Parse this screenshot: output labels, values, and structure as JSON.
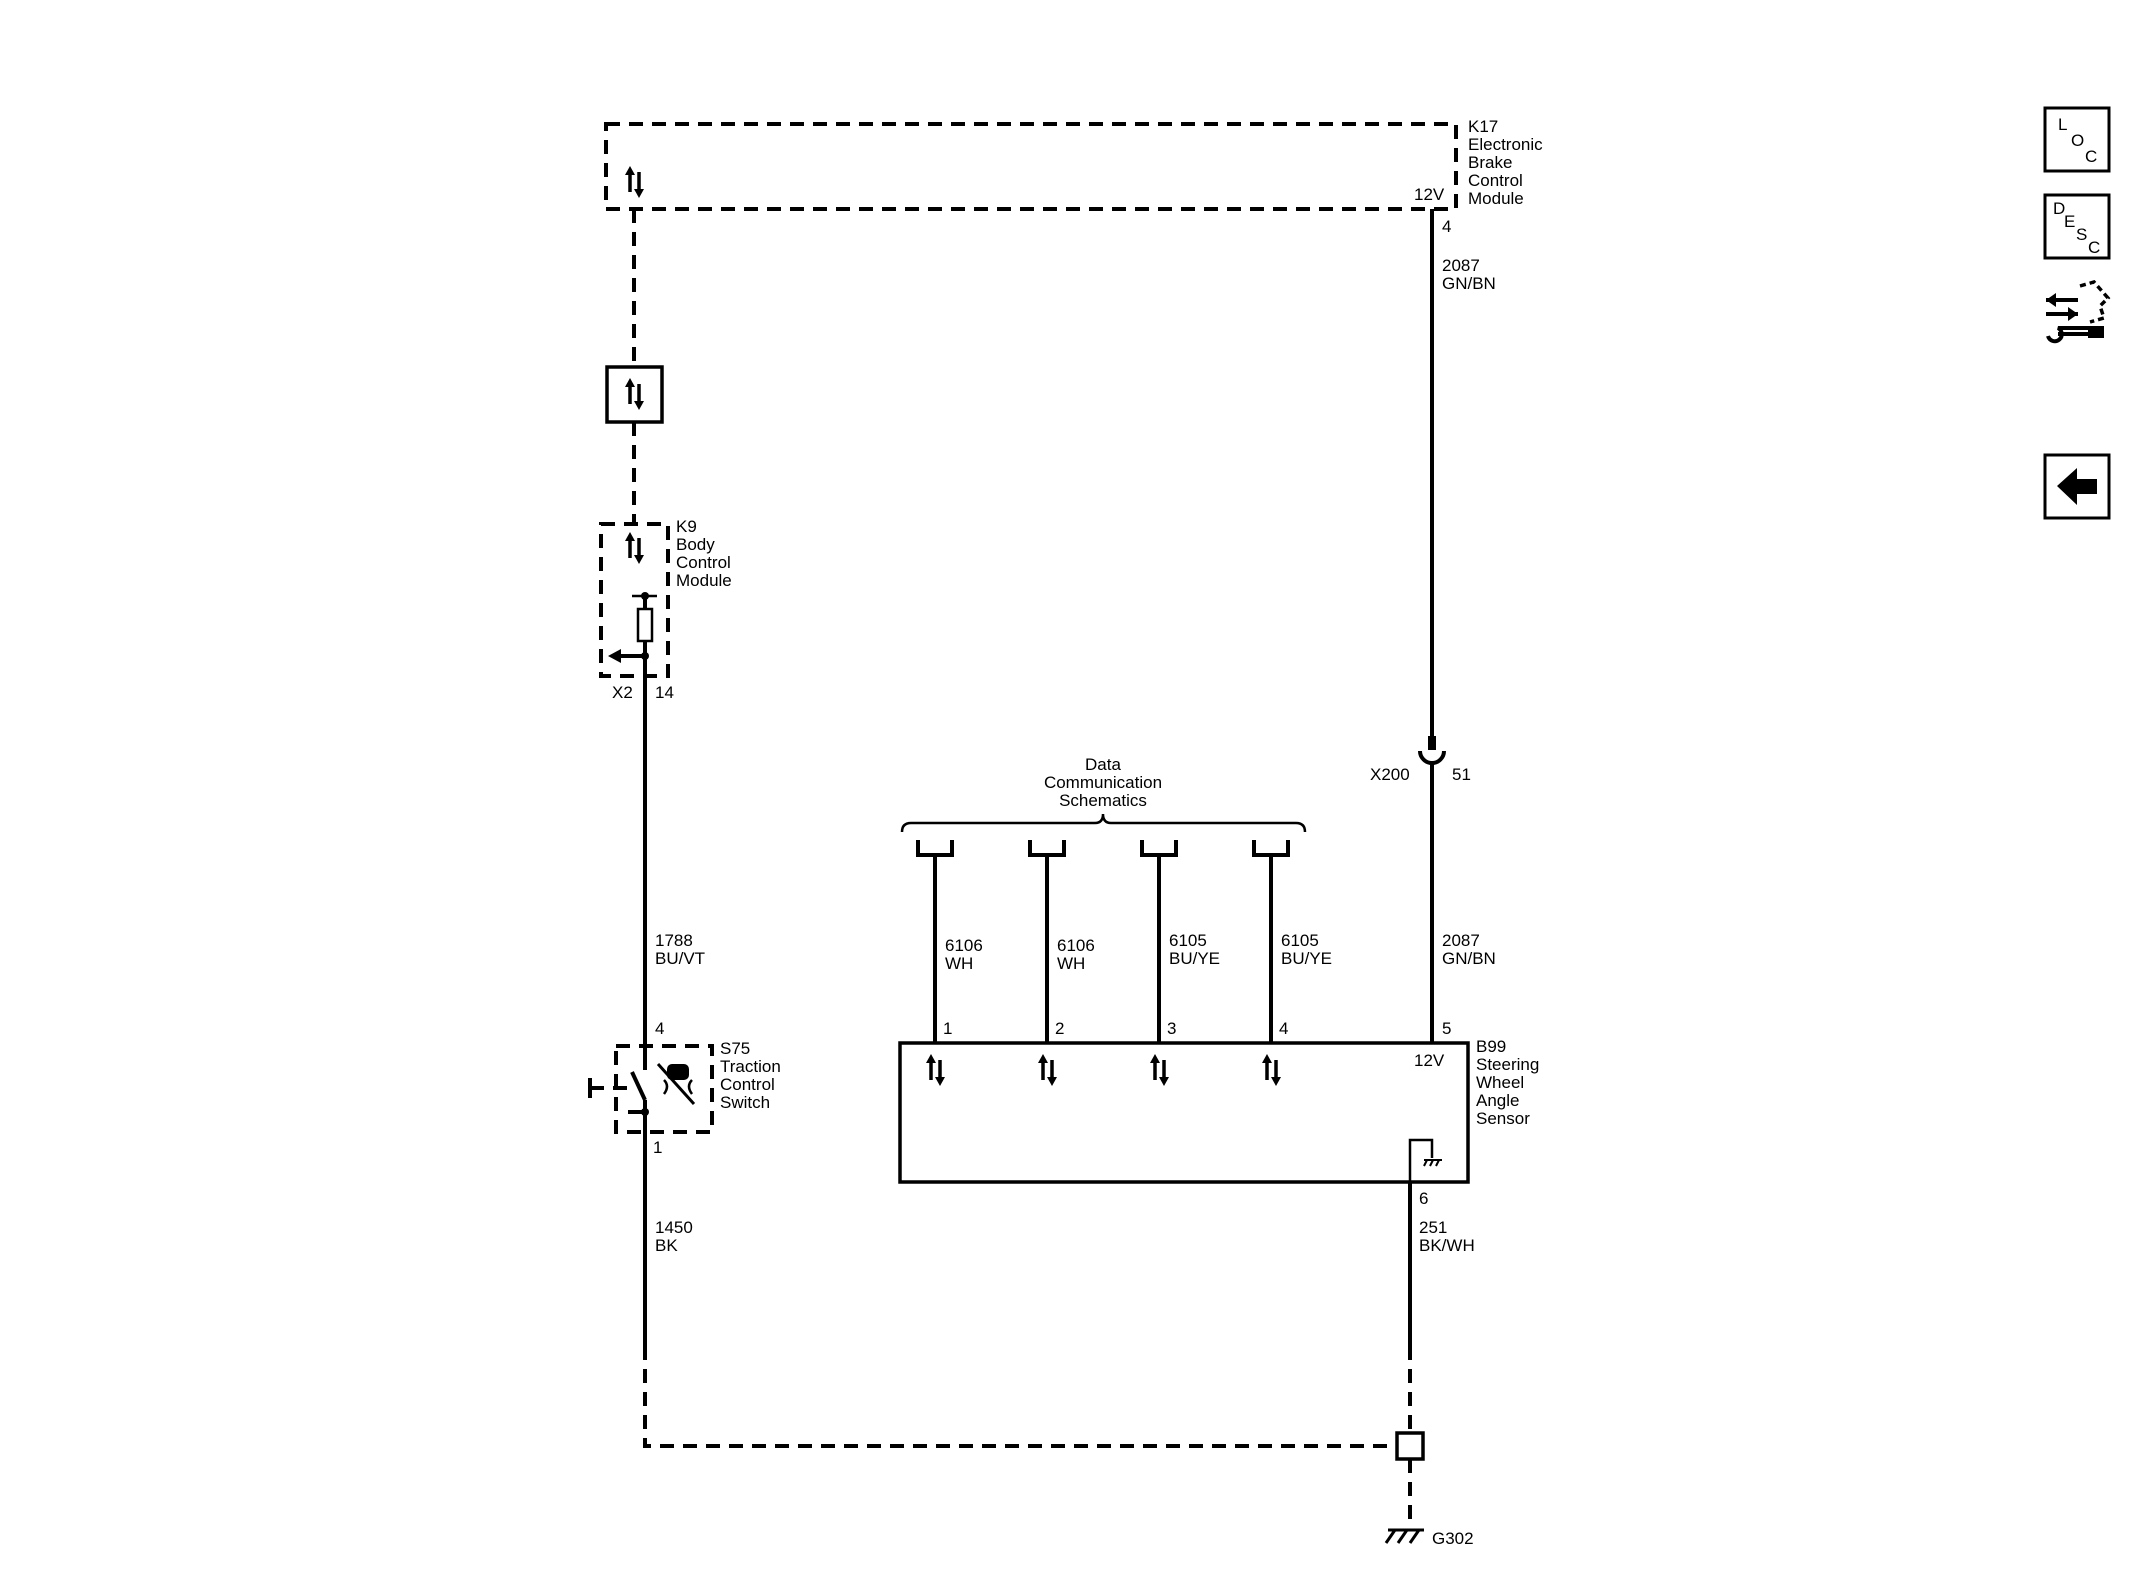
{
  "modules": {
    "k17": {
      "ref": "K17",
      "line1": "Electronic",
      "line2": "Brake",
      "line3": "Control",
      "line4": "Module",
      "voltage": "12V",
      "pin": "4"
    },
    "k9": {
      "ref": "K9",
      "line1": "Body",
      "line2": "Control",
      "line3": "Module",
      "connector": "X2",
      "pin": "14"
    },
    "s75": {
      "ref": "S75",
      "line1": "Traction",
      "line2": "Control",
      "line3": "Switch",
      "pin_top": "4",
      "pin_bottom": "1"
    },
    "b99": {
      "ref": "B99",
      "line1": "Steering",
      "line2": "Wheel",
      "line3": "Angle",
      "line4": "Sensor",
      "voltage": "12V",
      "pins": [
        "1",
        "2",
        "3",
        "4",
        "5"
      ],
      "ground_pin": "6"
    }
  },
  "wires": {
    "k17_x200": {
      "circuit": "2087",
      "color": "GN/BN"
    },
    "x200_b99": {
      "circuit": "2087",
      "color": "GN/BN"
    },
    "k9_s75": {
      "circuit": "1788",
      "color": "BU/VT"
    },
    "s75_ground": {
      "circuit": "1450",
      "color": "BK"
    },
    "b99_ground": {
      "circuit": "251",
      "color": "BK/WH"
    },
    "data": [
      {
        "circuit": "6106",
        "color": "WH"
      },
      {
        "circuit": "6106",
        "color": "WH"
      },
      {
        "circuit": "6105",
        "color": "BU/YE"
      },
      {
        "circuit": "6105",
        "color": "BU/YE"
      }
    ]
  },
  "connector_x200": {
    "name": "X200",
    "pin": "51"
  },
  "data_comm": {
    "line1": "Data",
    "line2": "Communication",
    "line3": "Schematics"
  },
  "ground": {
    "name": "G302"
  },
  "toolbar": {
    "loc": {
      "l1": "L",
      "l2": "O",
      "l3": "C"
    },
    "desc": {
      "l1": "D",
      "l2": "E",
      "l3": "S",
      "l4": "C"
    },
    "connector_icon": "connector-repair-icon",
    "back_icon": "back-arrow-icon"
  }
}
